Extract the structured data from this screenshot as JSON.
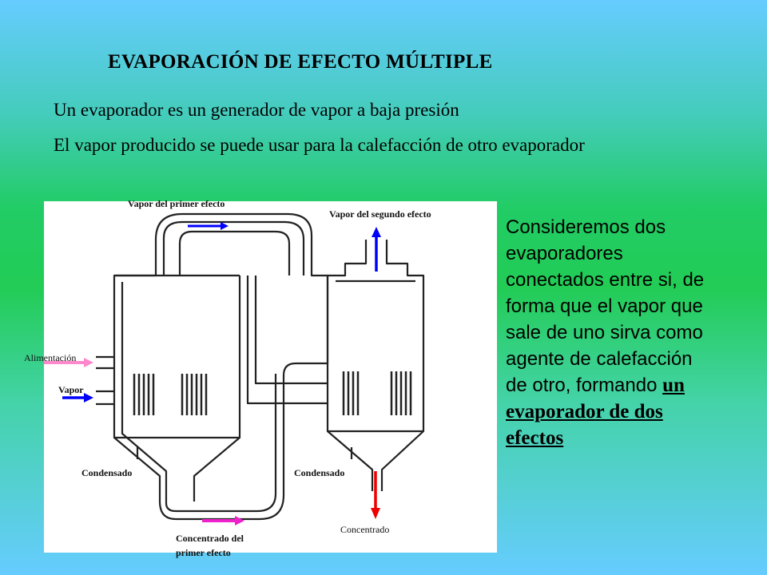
{
  "slide": {
    "title": "EVAPORACIÓN DE EFECTO MÚLTIPLE",
    "line1": "Un evaporador es  un generador de vapor a baja presión",
    "line2": "El vapor producido se puede usar para la calefacción de otro evaporador",
    "side_text_plain": "Consideremos dos evaporadores conectados entre si, de forma que  el vapor que sale de uno sirva como agente de calefacción de otro, formando ",
    "side_text_underlined": "un evaporador de dos efectos"
  },
  "diagram": {
    "labels": {
      "vapor_primer": "Vapor del primer efecto",
      "vapor_segundo": "Vapor del segundo efecto",
      "alimentacion": "Alimentación",
      "vapor": "Vapor",
      "condensado_1": "Condensado",
      "condensado_2": "Condensado",
      "concentrado_primer": "Concentrado del primer efecto",
      "concentrado": "Concentrado"
    },
    "colors": {
      "vapor_arrow": "#0000ff",
      "alimentacion_arrow": "#ff88cc",
      "concentrado_primer_arrow": "#ee22cc",
      "concentrado_arrow": "#ee0000"
    }
  }
}
